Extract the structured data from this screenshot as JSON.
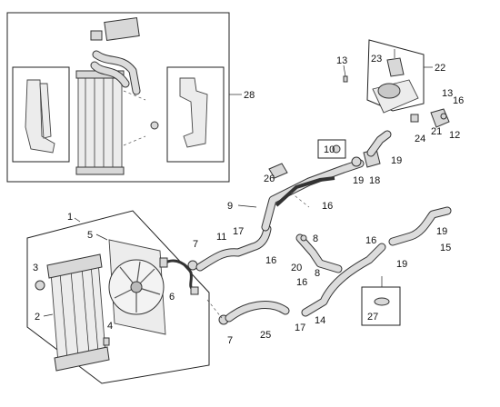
{
  "labels": {
    "l1": "1",
    "l2": "2",
    "l3": "3",
    "l4": "4",
    "l5": "5",
    "l6": "6",
    "l7a": "7",
    "l7b": "7",
    "l8a": "8",
    "l8b": "8",
    "l9": "9",
    "l10": "10",
    "l11": "11",
    "l12": "12",
    "l13a": "13",
    "l13b": "13",
    "l14": "14",
    "l15": "15",
    "l16a": "16",
    "l16b": "16",
    "l16c": "16",
    "l16d": "16",
    "l16e": "16",
    "l17a": "17",
    "l17b": "17",
    "l18": "18",
    "l19a": "19",
    "l19b": "19",
    "l19c": "19",
    "l19d": "19",
    "l20": "20",
    "l21": "21",
    "l22": "22",
    "l23": "23",
    "l24": "24",
    "l25": "25",
    "l26": "26",
    "l27": "27",
    "l28": "28"
  }
}
